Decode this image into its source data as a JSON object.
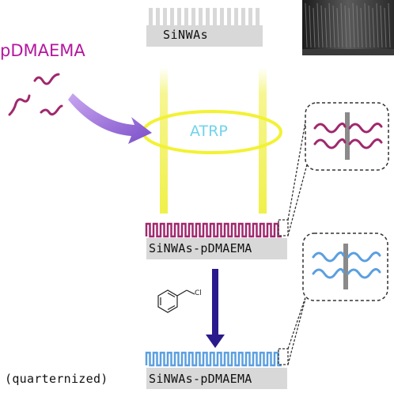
{
  "labels": {
    "polymer": "pDMAEMA",
    "reaction": "ATRP",
    "substrate": "SiNWAs",
    "grafted": "SiNWAs-pDMAEMA",
    "quaternized_prefix": "(quarternized)",
    "quaternized_substrate": "SiNWAs-pDMAEMA",
    "reagent_atom": "Cl"
  },
  "colors": {
    "polymer": "#a0286e",
    "polymer_text": "#b5179e",
    "quaternized": "#5b9fe0",
    "atrp_text": "#6fd3ec",
    "beam": "#f3f36a",
    "arrow_purple": "#9b6fd6",
    "arrow_navy": "#2a1a8c",
    "substrate_gray": "#d8d8d8"
  },
  "icons": {
    "sem": "sem-micrograph-icon",
    "benzyl_chloride": "benzyl-chloride-icon"
  }
}
